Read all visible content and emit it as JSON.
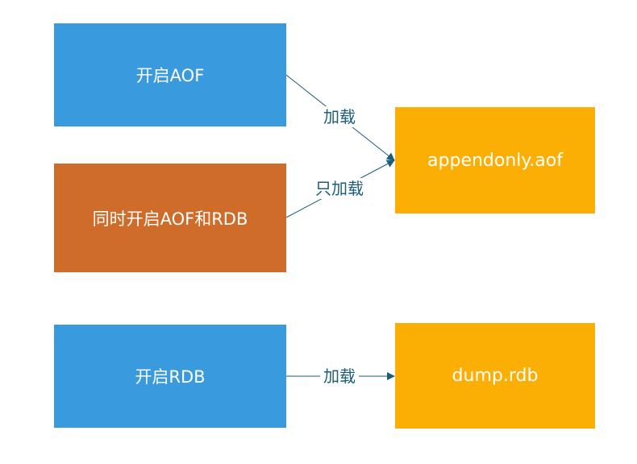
{
  "colors": {
    "blue_box": "#3a9ade",
    "orange_box": "#d06c2a",
    "yellow_box": "#fbae03",
    "connector": "#1b5e7a"
  },
  "nodes": {
    "enable_aof": "开启AOF",
    "enable_aof_and_rdb": "同时开启AOF和RDB",
    "enable_rdb": "开启RDB",
    "appendonly_file": "appendonly.aof",
    "dump_file": "dump.rdb"
  },
  "edges": {
    "aof_load": "加载",
    "aof_rdb_load_only": "只加载",
    "rdb_load": "加载"
  }
}
